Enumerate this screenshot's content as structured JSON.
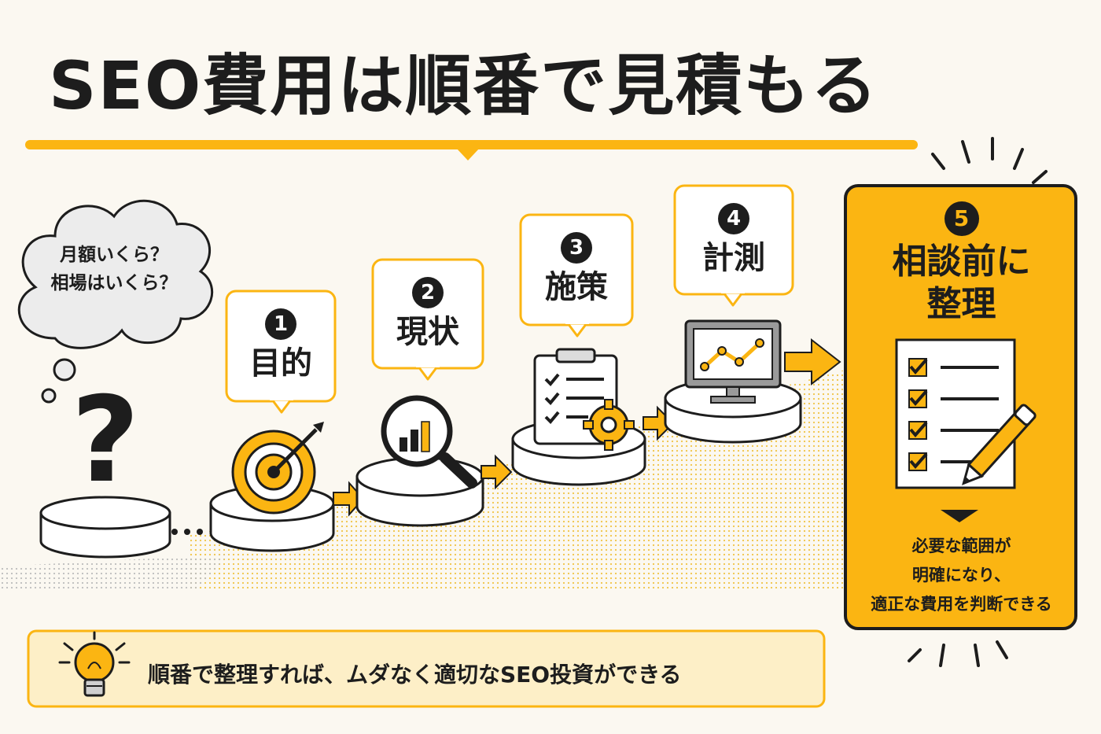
{
  "title": "SEO費用は順番で見積もる",
  "cloud": {
    "line1": "月額いくら？",
    "line2": "相場はいくら？"
  },
  "question_mark": "?",
  "steps": [
    {
      "number": "1",
      "label": "目的",
      "icon": "target-icon"
    },
    {
      "number": "2",
      "label": "現状",
      "icon": "magnifier-chart-icon"
    },
    {
      "number": "3",
      "label": "施策",
      "icon": "clipboard-gear-icon"
    },
    {
      "number": "4",
      "label": "計測",
      "icon": "monitor-graph-icon"
    }
  ],
  "final_step": {
    "number": "5",
    "label_line1": "相談前に",
    "label_line2": "整理",
    "icon": "checklist-pencil-icon",
    "result_line1": "必要な範囲が",
    "result_line2": "明確になり、",
    "result_line3": "適正な費用を判断できる"
  },
  "tip": {
    "icon": "lightbulb-icon",
    "text": "順番で整理すれば、ムダなく適切なSEO投資ができる"
  },
  "colors": {
    "accent": "#fbb512",
    "ink": "#1d1d1d",
    "background": "#fbf8f1",
    "tip_background": "#fdefc7"
  }
}
